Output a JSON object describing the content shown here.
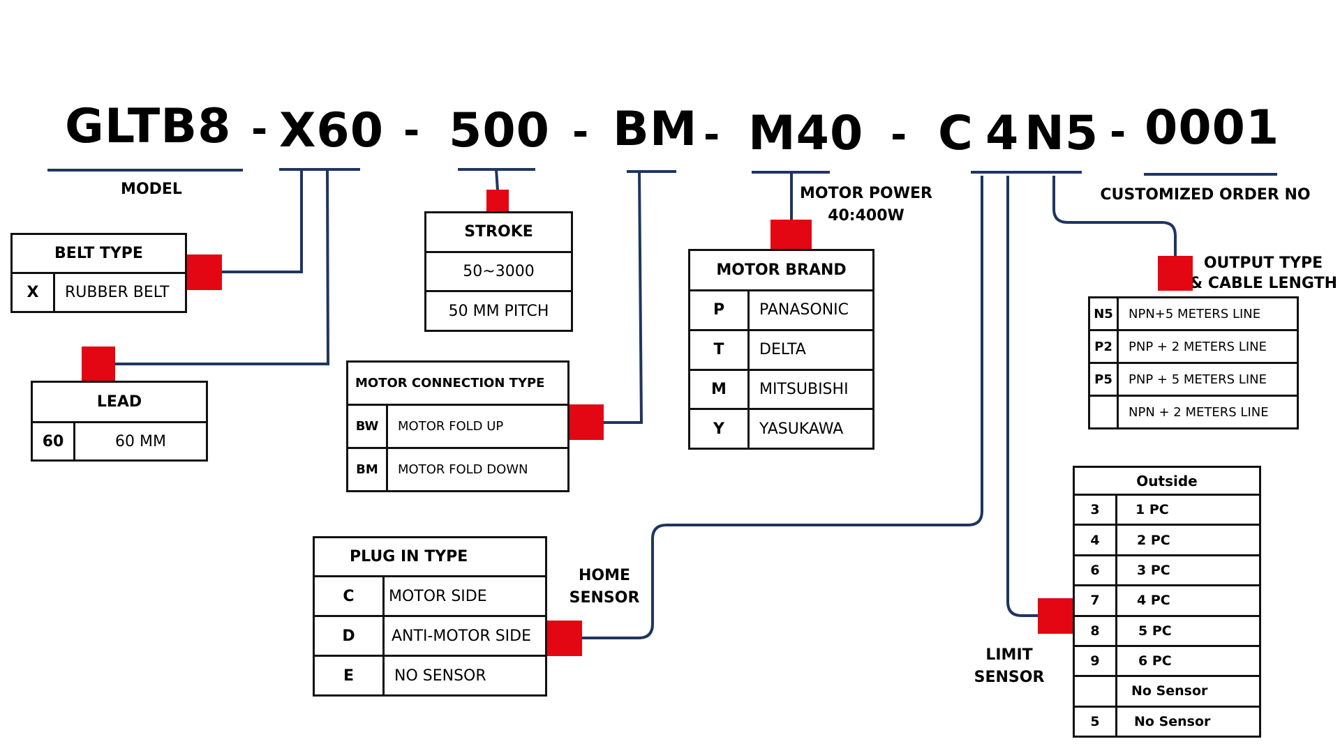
{
  "colors": {
    "marker": "#e30613",
    "connector": "#1f3560",
    "border": "#111111"
  },
  "part_number": {
    "segments": [
      "GLTB8",
      "X60",
      "500",
      "BM",
      "M40",
      "C",
      "4",
      "N5",
      "0001"
    ],
    "separator": "-"
  },
  "labels": {
    "model": "MODEL",
    "motor_power_line1": "MOTOR POWER",
    "motor_power_line2": "40:400W",
    "customized_order": "CUSTOMIZED ORDER NO",
    "output_type_line1": "OUTPUT TYPE",
    "output_type_line2": "& CABLE LENGTH",
    "home_sensor_line1": "HOME",
    "home_sensor_line2": "SENSOR",
    "limit_sensor_line1": "LIMIT",
    "limit_sensor_line2": "SENSOR"
  },
  "belt_type": {
    "title": "BELT TYPE",
    "rows": [
      {
        "code": "X",
        "value": "RUBBER BELT"
      }
    ]
  },
  "lead": {
    "title": "LEAD",
    "rows": [
      {
        "code": "60",
        "value": "60 MM"
      }
    ]
  },
  "stroke": {
    "title": "STROKE",
    "rows": [
      "50~3000",
      "50 MM PITCH"
    ]
  },
  "motor_connection": {
    "title": "MOTOR CONNECTION TYPE",
    "rows": [
      {
        "code": "BW",
        "value": "MOTOR FOLD UP"
      },
      {
        "code": "BM",
        "value": "MOTOR FOLD DOWN"
      }
    ]
  },
  "motor_brand": {
    "title": "MOTOR BRAND",
    "rows": [
      {
        "code": "P",
        "value": "PANASONIC"
      },
      {
        "code": "T",
        "value": "DELTA"
      },
      {
        "code": "M",
        "value": "MITSUBISHI"
      },
      {
        "code": "Y",
        "value": "YASUKAWA"
      }
    ]
  },
  "output_type": {
    "rows": [
      {
        "code": "N5",
        "value": "NPN+5 METERS LINE"
      },
      {
        "code": "P2",
        "value": "PNP + 2 METERS LINE"
      },
      {
        "code": "P5",
        "value": "PNP + 5 METERS LINE"
      },
      {
        "code": "",
        "value": "NPN + 2 METERS LINE"
      }
    ]
  },
  "plug_in_type": {
    "title": "PLUG IN TYPE",
    "rows": [
      {
        "code": "C",
        "value": "MOTOR SIDE"
      },
      {
        "code": "D",
        "value": "ANTI-MOTOR SIDE"
      },
      {
        "code": "E",
        "value": "NO SENSOR"
      }
    ]
  },
  "limit_sensor": {
    "title": "Outside",
    "rows": [
      {
        "code": "3",
        "value": "1 PC"
      },
      {
        "code": "4",
        "value": "2 PC"
      },
      {
        "code": "6",
        "value": "3 PC"
      },
      {
        "code": "7",
        "value": "4 PC"
      },
      {
        "code": "8",
        "value": "5 PC"
      },
      {
        "code": "9",
        "value": "6 PC"
      },
      {
        "code": "",
        "value": "No Sensor"
      },
      {
        "code": "5",
        "value": "No Sensor"
      }
    ]
  }
}
